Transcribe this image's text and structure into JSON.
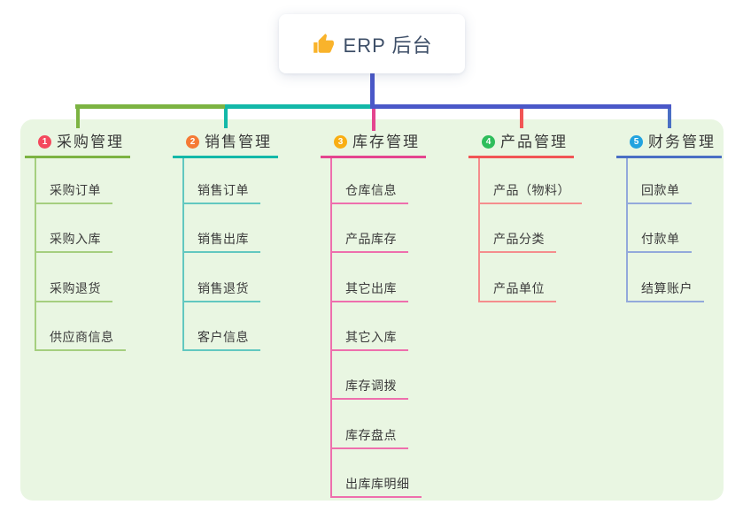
{
  "root": {
    "title": "ERP 后台",
    "icon": "thumbs-up-icon",
    "icon_color": "#F9B32B"
  },
  "panel": {
    "background_color": "#E9F6E2"
  },
  "trunk_color": "#4A58C8",
  "branches": [
    {
      "index": "1",
      "label": "采购管理",
      "badge_color": "#F4495D",
      "line_color": "#7CB342",
      "child_line_color": "#A5CF7F",
      "children": [
        "采购订单",
        "采购入库",
        "采购退货",
        "供应商信息"
      ]
    },
    {
      "index": "2",
      "label": "销售管理",
      "badge_color": "#F57A35",
      "line_color": "#13B8A8",
      "child_line_color": "#62C8C0",
      "children": [
        "销售订单",
        "销售出库",
        "销售退货",
        "客户信息"
      ]
    },
    {
      "index": "3",
      "label": "库存管理",
      "badge_color": "#F9AE13",
      "line_color": "#E4458F",
      "child_line_color": "#EE6FAD",
      "children": [
        "仓库信息",
        "产品库存",
        "其它出库",
        "其它入库",
        "库存调拨",
        "库存盘点",
        "出库库明细"
      ]
    },
    {
      "index": "4",
      "label": "产品管理",
      "badge_color": "#2EBD5B",
      "line_color": "#F15555",
      "child_line_color": "#F58D8D",
      "children": [
        "产品（物料）",
        "产品分类",
        "产品单位"
      ]
    },
    {
      "index": "5",
      "label": "财务管理",
      "badge_color": "#22A3DF",
      "line_color": "#4A6FC4",
      "child_line_color": "#93A9DB",
      "children": [
        "回款单",
        "付款单",
        "结算账户"
      ]
    }
  ]
}
